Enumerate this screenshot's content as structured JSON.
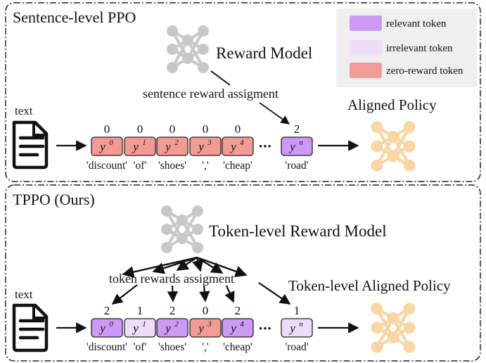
{
  "colors": {
    "relevant": "#CC99F5",
    "irrelevant": "#EEDCF8",
    "zero_reward": "#F29B95",
    "legend_bg": "#EFEFEF",
    "policy_net": "#F9D6A2",
    "reward_net": "#C8C8C8"
  },
  "legend": {
    "relevant": "relevant token",
    "irrelevant": "irrelevant token",
    "zero_reward": "zero-reward token"
  },
  "top": {
    "title": "Sentence-level PPO",
    "reward_model": "Reward Model",
    "assign_label": "sentence reward assigment",
    "policy_label": "Aligned Policy",
    "text_label": "text",
    "ellipsis": "•••",
    "tokens": [
      {
        "sym": "y",
        "sup": "0",
        "reward": "0",
        "word": "'discount'",
        "kind": "zero_reward"
      },
      {
        "sym": "y",
        "sup": "1",
        "reward": "0",
        "word": "'of'",
        "kind": "zero_reward"
      },
      {
        "sym": "y",
        "sup": "2",
        "reward": "0",
        "word": "'shoes'",
        "kind": "zero_reward"
      },
      {
        "sym": "y",
        "sup": "3",
        "reward": "0",
        "word": "','",
        "kind": "zero_reward"
      },
      {
        "sym": "y",
        "sup": "4",
        "reward": "0",
        "word": "'cheap'",
        "kind": "zero_reward"
      },
      {
        "sym": "y",
        "sup": "n",
        "reward": "2",
        "word": "'road'",
        "kind": "relevant"
      }
    ]
  },
  "bottom": {
    "title": "TPPO (Ours)",
    "reward_model": "Token-level Reward Model",
    "assign_label": "token rewards assigment",
    "policy_label": "Token-level Aligned Policy",
    "text_label": "text",
    "ellipsis": "•••",
    "tokens": [
      {
        "sym": "y",
        "sup": "0",
        "reward": "2",
        "word": "'discount'",
        "kind": "relevant"
      },
      {
        "sym": "y",
        "sup": "1",
        "reward": "1",
        "word": "'of'",
        "kind": "irrelevant"
      },
      {
        "sym": "y",
        "sup": "2",
        "reward": "2",
        "word": "'shoes'",
        "kind": "relevant"
      },
      {
        "sym": "y",
        "sup": "3",
        "reward": "0",
        "word": "','",
        "kind": "zero_reward"
      },
      {
        "sym": "y",
        "sup": "4",
        "reward": "2",
        "word": "'cheap'",
        "kind": "relevant"
      },
      {
        "sym": "y",
        "sup": "n",
        "reward": "1",
        "word": "'road'",
        "kind": "irrelevant"
      }
    ]
  }
}
